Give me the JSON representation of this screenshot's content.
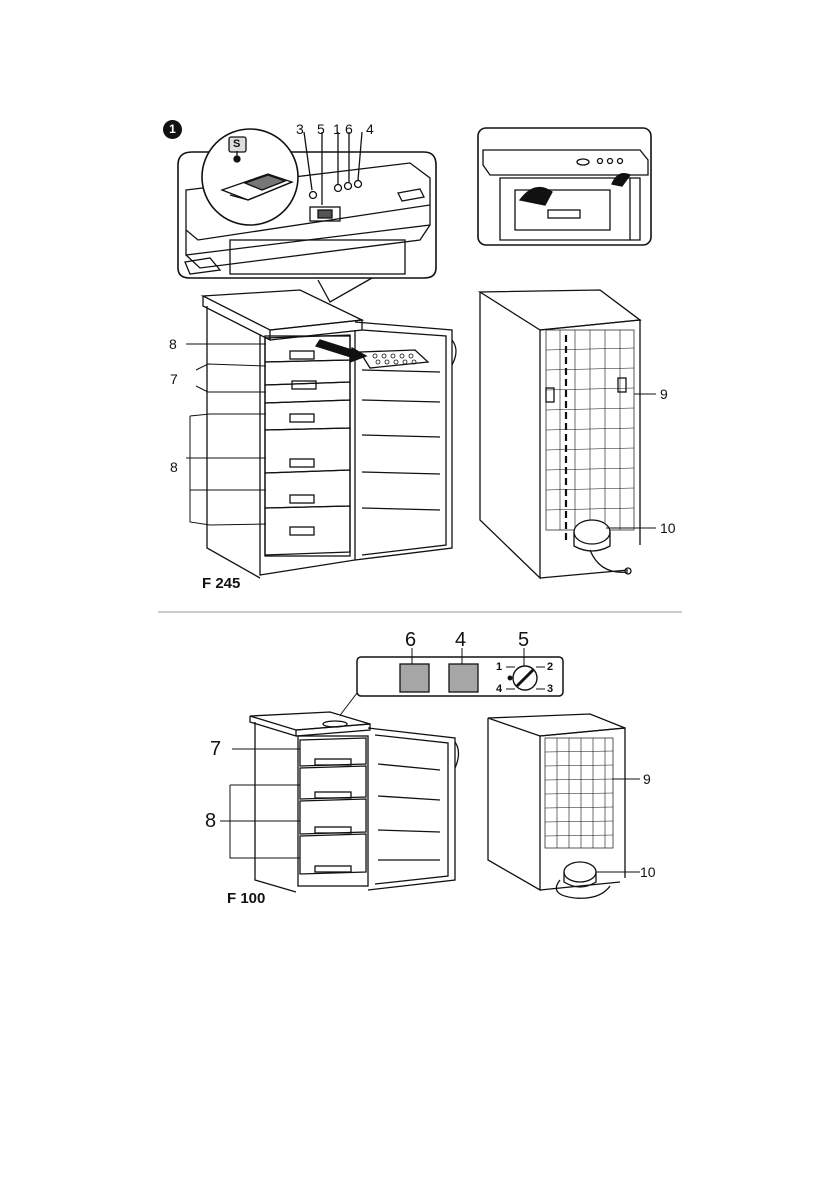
{
  "figure_number": "1",
  "top_section": {
    "model": "F 245",
    "control_labels": [
      "3",
      "5",
      "1",
      "6",
      "4"
    ],
    "control_icon_letter": "S",
    "callouts": {
      "shelf_top": "8",
      "drawers_upper": "7",
      "drawers_lower": "8",
      "condenser": "9",
      "compressor": "10"
    }
  },
  "bottom_section": {
    "model": "F 100",
    "panel_labels": {
      "lamp_green": "6",
      "lamp_yellow": "4",
      "thermostat": "5"
    },
    "dial_positions": {
      "p1": "1",
      "p2": "2",
      "p3": "3",
      "p4": "4"
    },
    "callouts": {
      "drawer_top": "7",
      "drawers": "8",
      "condenser": "9",
      "compressor": "10"
    }
  },
  "colors": {
    "line": "#111111",
    "lamp_fill": "#a6a6a6",
    "separator": "#999999"
  }
}
